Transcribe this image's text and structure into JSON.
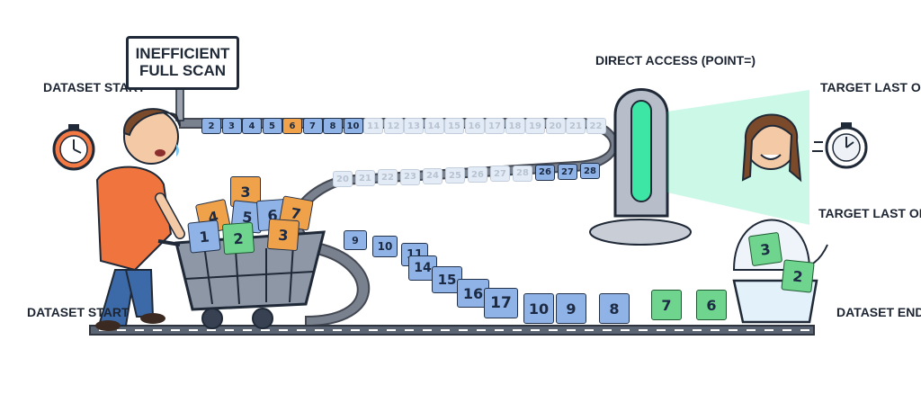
{
  "labels": {
    "dataset_start_top": "DATASET\nSTART",
    "dataset_start_bottom": "DATASET\nSTART",
    "dataset_end": "DATASET\nEND",
    "inefficient_sign": "INEFFICIENT\nFULL SCAN",
    "direct_access": "DIRECT ACCESS\n(POINT=)",
    "target_last_obs_top": "TARGET\nLAST OBS",
    "target_last_obs_side": "TARGET\nLAST OBS"
  },
  "track_upper": [
    "2",
    "3",
    "4",
    "5",
    "6",
    "7",
    "8",
    "10",
    "11",
    "12",
    "13",
    "14",
    "15",
    "16",
    "17",
    "18",
    "19",
    "20",
    "21",
    "22"
  ],
  "track_middle": [
    "20",
    "21",
    "22",
    "23",
    "24",
    "25",
    "26",
    "27",
    "28",
    "26",
    "27",
    "28"
  ],
  "track_lower": [
    "9",
    "10",
    "11",
    "14",
    "15",
    "16",
    "17",
    "10",
    "9",
    "8"
  ],
  "green_blocks": [
    "7",
    "6"
  ],
  "cart_blocks": [
    "3",
    "4",
    "5",
    "6",
    "7",
    "1",
    "2",
    "3"
  ],
  "basket_blocks": [
    "3",
    "2"
  ],
  "colors": {
    "tile_blue": "#8fb3e6",
    "tile_orange": "#f0a24a",
    "tile_green": "#6fd58e",
    "beam": "#34e3a0",
    "shirt": "#f0743e",
    "road": "#5b6472"
  }
}
